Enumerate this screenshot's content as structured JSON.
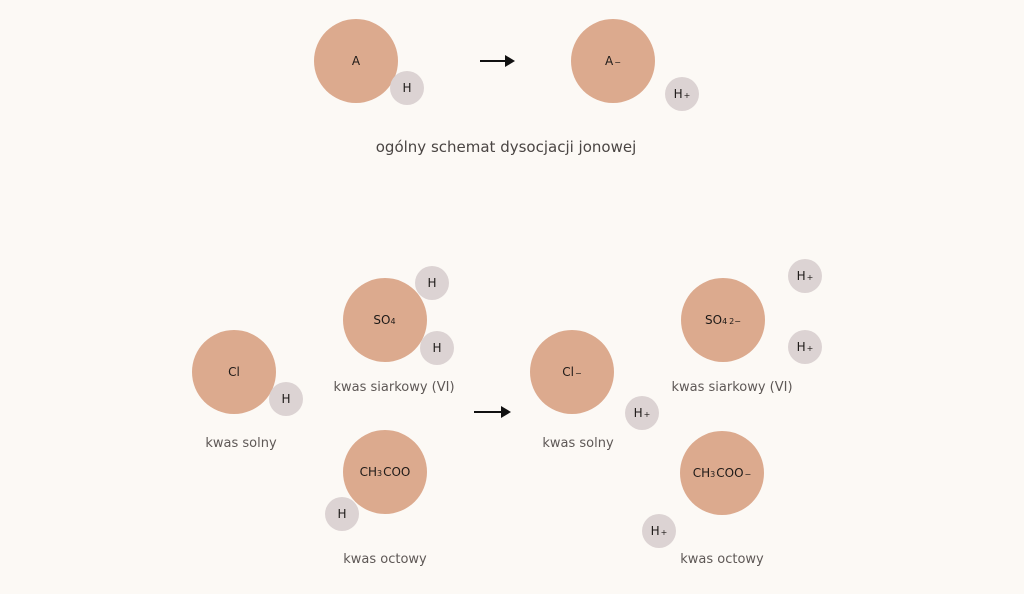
{
  "general": {
    "reactant": {
      "base": "A"
    },
    "reactant_h": {
      "base": "H"
    },
    "product": {
      "base": "A",
      "sup": "−"
    },
    "product_h": {
      "base": "H",
      "sup": "+"
    },
    "caption": "ogólny schemat dysocjacji jonowej"
  },
  "reactants": {
    "hcl": {
      "base": "Cl",
      "h": "H",
      "label": "kwas solny"
    },
    "h2so4": {
      "base": "SO",
      "sub": "4",
      "h1": "H",
      "h2": "H",
      "label": "kwas siarkowy (VI)"
    },
    "ch3cooh": {
      "base1": "CH",
      "sub": "3",
      "base2": "COO",
      "h": "H",
      "label": "kwas octowy"
    }
  },
  "products": {
    "cl": {
      "base": "Cl",
      "sup": "−",
      "h": "H",
      "h_sup": "+",
      "label": "kwas solny"
    },
    "so4": {
      "base": "SO",
      "sub": "4",
      "sup": "2−",
      "h": "H",
      "h_sup": "+",
      "label": "kwas siarkowy (VI)"
    },
    "ch3coo": {
      "base1": "CH",
      "sub": "3",
      "base2": "COO",
      "sup": "−",
      "h": "H",
      "h_sup": "+",
      "label": "kwas octowy"
    }
  },
  "colors": {
    "anion": "#dcaa8e",
    "hydrogen": "#dcd3d3",
    "background": "#fcf9f5"
  }
}
